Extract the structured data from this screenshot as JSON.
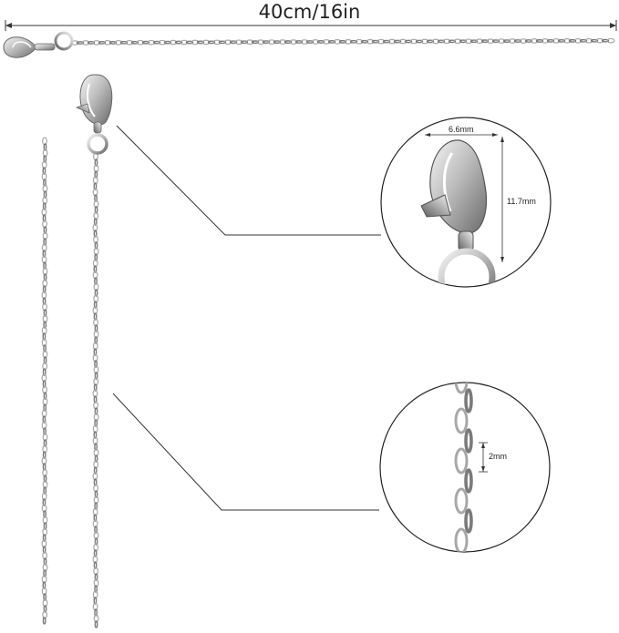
{
  "length_label": "40cm/16in",
  "clasp_zoom": {
    "width_label": "6.6mm",
    "height_label": "11.7mm"
  },
  "link_zoom": {
    "link_label": "2mm"
  },
  "colors": {
    "metal_light": "#eeeeee",
    "metal_mid": "#b9b9b9",
    "metal_dark": "#6d6d6d",
    "line": "#333333"
  }
}
